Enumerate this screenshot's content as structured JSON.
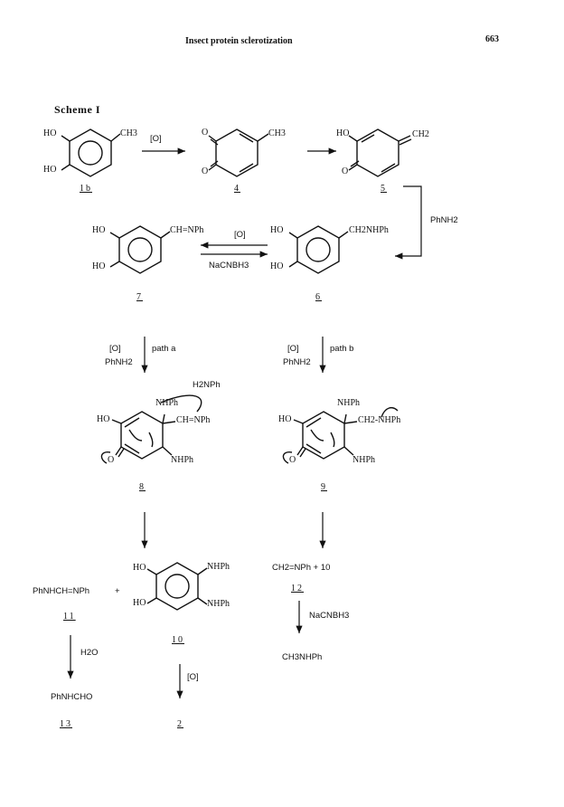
{
  "header": {
    "title": "Insect protein sclerotization",
    "page_number": "663"
  },
  "scheme_title": "Scheme I",
  "labels": {
    "c1b": {
      "HO_top": "HO",
      "HO_bottom": "HO",
      "CH3": "CH3"
    },
    "c4": {
      "O_top": "O",
      "O_bottom": "O",
      "CH3": "CH3"
    },
    "c5": {
      "HO": "HO",
      "O": "O",
      "CH2": "CH2"
    },
    "c6": {
      "HO_top": "HO",
      "HO_bottom": "HO",
      "sub": "CH2NHPh"
    },
    "c7": {
      "HO_top": "HO",
      "HO_bottom": "HO",
      "sub": "CH=NPh"
    },
    "c8": {
      "nhph_top": "NHPh",
      "HO": "HO",
      "sub": "CH=NPh",
      "O": "O",
      "nhph_bottom": "NHPh",
      "h2nph": "H2NPh"
    },
    "c9": {
      "nhph_top": "NHPh",
      "HO": "HO",
      "sub": "CH2-NHPh",
      "O": "O",
      "nhph_bottom": "NHPh"
    },
    "c10": {
      "HO_top": "HO",
      "HO_bottom": "HO",
      "nhph_top": "NHPh",
      "nhph_bottom": "NHPh"
    }
  },
  "reagents": {
    "ox1": "[O]",
    "phnh2": "PhNH2",
    "ox_67": "[O]",
    "red_76": "NaCNBH3",
    "path_a": {
      "ox": "[O]",
      "amine": "PhNH2",
      "label": "path a"
    },
    "path_b": {
      "ox": "[O]",
      "amine": "PhNH2",
      "label": "path b"
    },
    "h2o": "H2O",
    "ox_10_2": "[O]",
    "red_12": "NaCNBH3"
  },
  "products": {
    "p11": "PhNHCH=NPh",
    "plus1": "+",
    "p12_line": "CH2=NPh + 10",
    "p13": "PhNHCHO",
    "p_final": "CH3NHPh"
  },
  "numbers": {
    "n1b": "1b",
    "n4": "4",
    "n5": "5",
    "n6": "6",
    "n7": "7",
    "n8": "8",
    "n9": "9",
    "n10": "10",
    "n11": "11",
    "n12": "12",
    "n13": "13",
    "n2": "2"
  }
}
